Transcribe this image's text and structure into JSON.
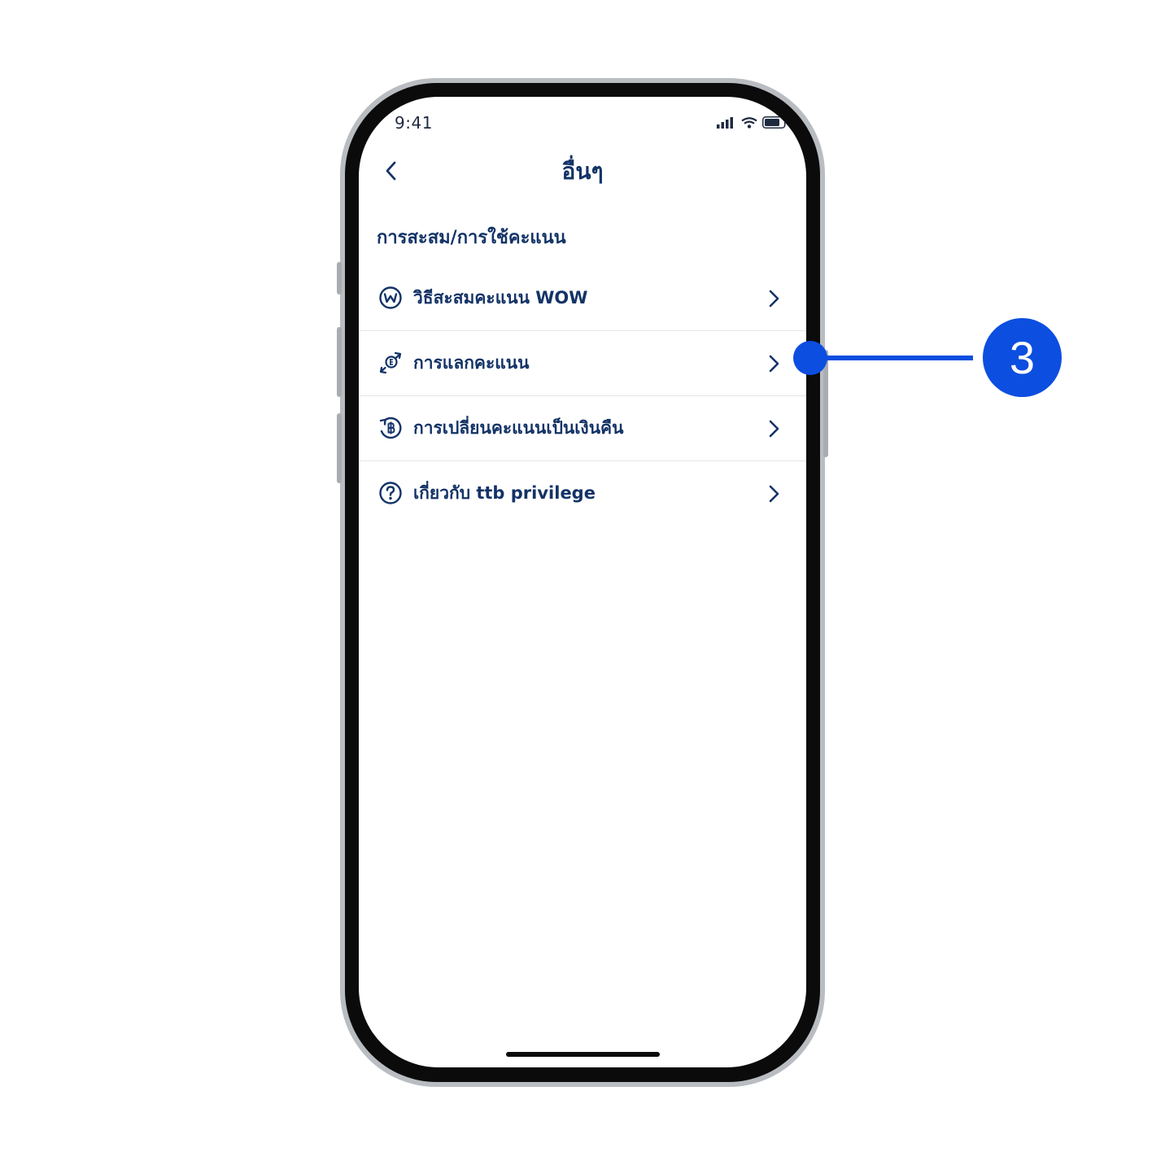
{
  "status_bar": {
    "time": "9:41"
  },
  "header": {
    "title": "อื่นๆ"
  },
  "section": {
    "title": "การสะสม/การใช้คะแนน"
  },
  "menu": [
    {
      "label": "วิธีสะสมคะแนน WOW",
      "icon": "wow-points-icon"
    },
    {
      "label": "การแลกคะแนน",
      "icon": "redeem-exchange-icon"
    },
    {
      "label": "การเปลี่ยนคะแนนเป็นเงินคืน",
      "icon": "cashback-baht-icon"
    },
    {
      "label": "เกี่ยวกับ ttb privilege",
      "icon": "help-question-icon"
    }
  ],
  "callout": {
    "number": "3",
    "color": "#0c4ee0"
  },
  "colors": {
    "primary_text": "#133367",
    "accent": "#0c4ee0"
  }
}
